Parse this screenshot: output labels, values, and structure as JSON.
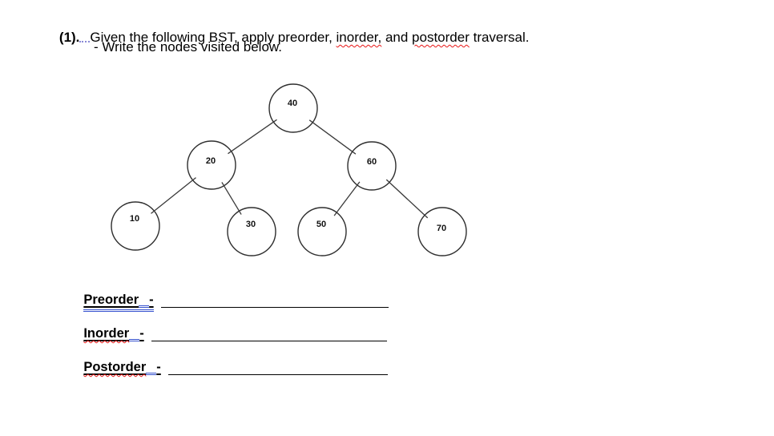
{
  "header": {
    "number": "(1).",
    "title_part1": "Given the following BST, apply preorder, ",
    "title_misspelled1": "inorder,",
    "title_part2": " and ",
    "title_misspelled2": "postorder",
    "title_part3": " traversal.",
    "instruction": "- Write the nodes visited below."
  },
  "tree": {
    "description": "binary search tree",
    "nodes": [
      {
        "value": "40",
        "parent": null
      },
      {
        "value": "20",
        "parent": "40"
      },
      {
        "value": "60",
        "parent": "40"
      },
      {
        "value": "10",
        "parent": "20"
      },
      {
        "value": "30",
        "parent": "20"
      },
      {
        "value": "50",
        "parent": "60"
      },
      {
        "value": "70",
        "parent": "60"
      }
    ]
  },
  "answers": {
    "preorder": {
      "label": "Preorder",
      "separator": "-",
      "value": ""
    },
    "inorder": {
      "label": "Inorder",
      "separator": "-",
      "value": ""
    },
    "postorder": {
      "label": "Postorder",
      "separator": "-",
      "value": ""
    }
  },
  "colors": {
    "spellcheck_red": "#e81515",
    "grammar_blue": "#3753cf",
    "space_dotted_blue": "#8a8ad6",
    "ink": "#000000"
  }
}
